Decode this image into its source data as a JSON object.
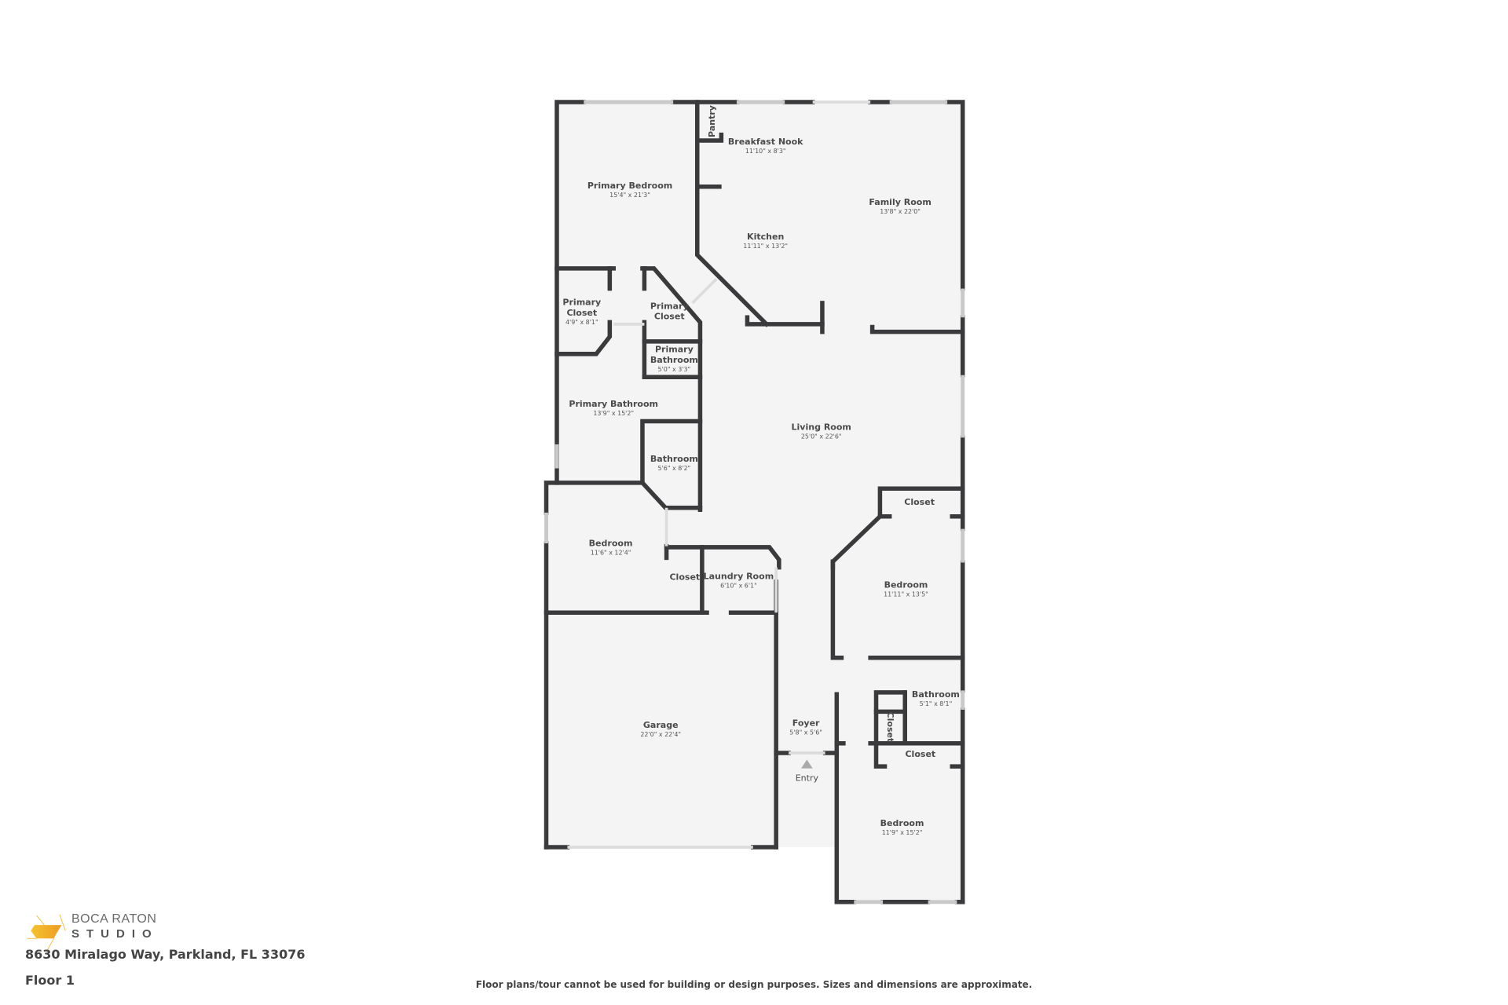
{
  "rooms": [
    {
      "name": "Primary Bedroom",
      "dims": "15'4\" x 21'3\""
    },
    {
      "name": "Pantry"
    },
    {
      "name": "Breakfast Nook",
      "dims": "11'10\" x 8'3\""
    },
    {
      "name": "Kitchen",
      "dims": "11'11\" x 13'2\""
    },
    {
      "name": "Family Room",
      "dims": "13'8\" x 22'0\""
    },
    {
      "name": "Primary",
      "name2": "Closet",
      "dims": "4'9\" x 8'1\""
    },
    {
      "name": "Primary",
      "name2": "Closet"
    },
    {
      "name": "Primary",
      "name2": "Bathroom",
      "dims": "5'0\" x 3'3\""
    },
    {
      "name": "Primary Bathroom",
      "dims": "13'9\" x 15'2\""
    },
    {
      "name": "Living Room",
      "dims": "25'0\" x 22'6\""
    },
    {
      "name": "Bathroom",
      "dims": "5'6\" x 8'2\""
    },
    {
      "name": "Closet"
    },
    {
      "name": "Bedroom",
      "dims": "11'6\" x 12'4\""
    },
    {
      "name": "Closet"
    },
    {
      "name": "Laundry Room",
      "dims": "6'10\" x 6'1\""
    },
    {
      "name": "Bedroom",
      "dims": "11'11\" x 13'5\""
    },
    {
      "name": "Bathroom",
      "dims": "5'1\" x 8'1\""
    },
    {
      "name": "Closet"
    },
    {
      "name": "Garage",
      "dims": "22'0\" x 22'4\""
    },
    {
      "name": "Foyer",
      "dims": "5'8\" x 5'6\""
    },
    {
      "name": "Closet"
    },
    {
      "name": "Bedroom",
      "dims": "11'9\" x 15'2\""
    }
  ],
  "entry_label": "Entry",
  "logo": {
    "line1": "BOCA RATON",
    "line2": "STUDIO",
    "color": "#f0b429"
  },
  "address": "8630 Miralago Way, Parkland, FL 33076",
  "floor": "Floor 1",
  "disclaimer": "Floor plans/tour cannot be used for building or design purposes. Sizes and dimensions are approximate.",
  "colors": {
    "wall": "#3a3a3c",
    "floor_fill": "#f4f4f4"
  }
}
